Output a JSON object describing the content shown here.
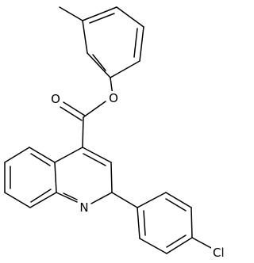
{
  "structure": {
    "atoms": {
      "carbonyl_o": "O",
      "ester_o": "O",
      "ring_n": "N",
      "chlorine": "Cl"
    }
  }
}
